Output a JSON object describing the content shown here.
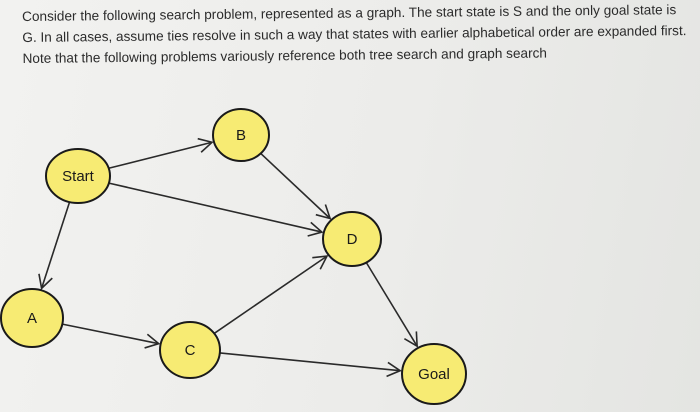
{
  "problem": {
    "text": "Consider the following search problem, represented as a graph. The start state is S and the only goal state is G. In all cases, assume ties resolve in such a way that states with earlier alphabetical order are expanded first. Note that the following problems variously reference both tree search and graph search"
  },
  "graph": {
    "nodes": [
      {
        "id": "start",
        "label": "Start"
      },
      {
        "id": "B",
        "label": "B"
      },
      {
        "id": "D",
        "label": "D"
      },
      {
        "id": "A",
        "label": "A"
      },
      {
        "id": "C",
        "label": "C"
      },
      {
        "id": "goal",
        "label": "Goal"
      }
    ],
    "edges": [
      {
        "from": "start",
        "to": "B"
      },
      {
        "from": "start",
        "to": "D"
      },
      {
        "from": "start",
        "to": "A"
      },
      {
        "from": "B",
        "to": "D"
      },
      {
        "from": "A",
        "to": "C"
      },
      {
        "from": "C",
        "to": "D"
      },
      {
        "from": "C",
        "to": "goal"
      },
      {
        "from": "D",
        "to": "goal"
      }
    ],
    "colors": {
      "node_fill": "#f7eb73",
      "node_stroke": "#1a1a1a",
      "edge": "#2a2a2a"
    }
  }
}
